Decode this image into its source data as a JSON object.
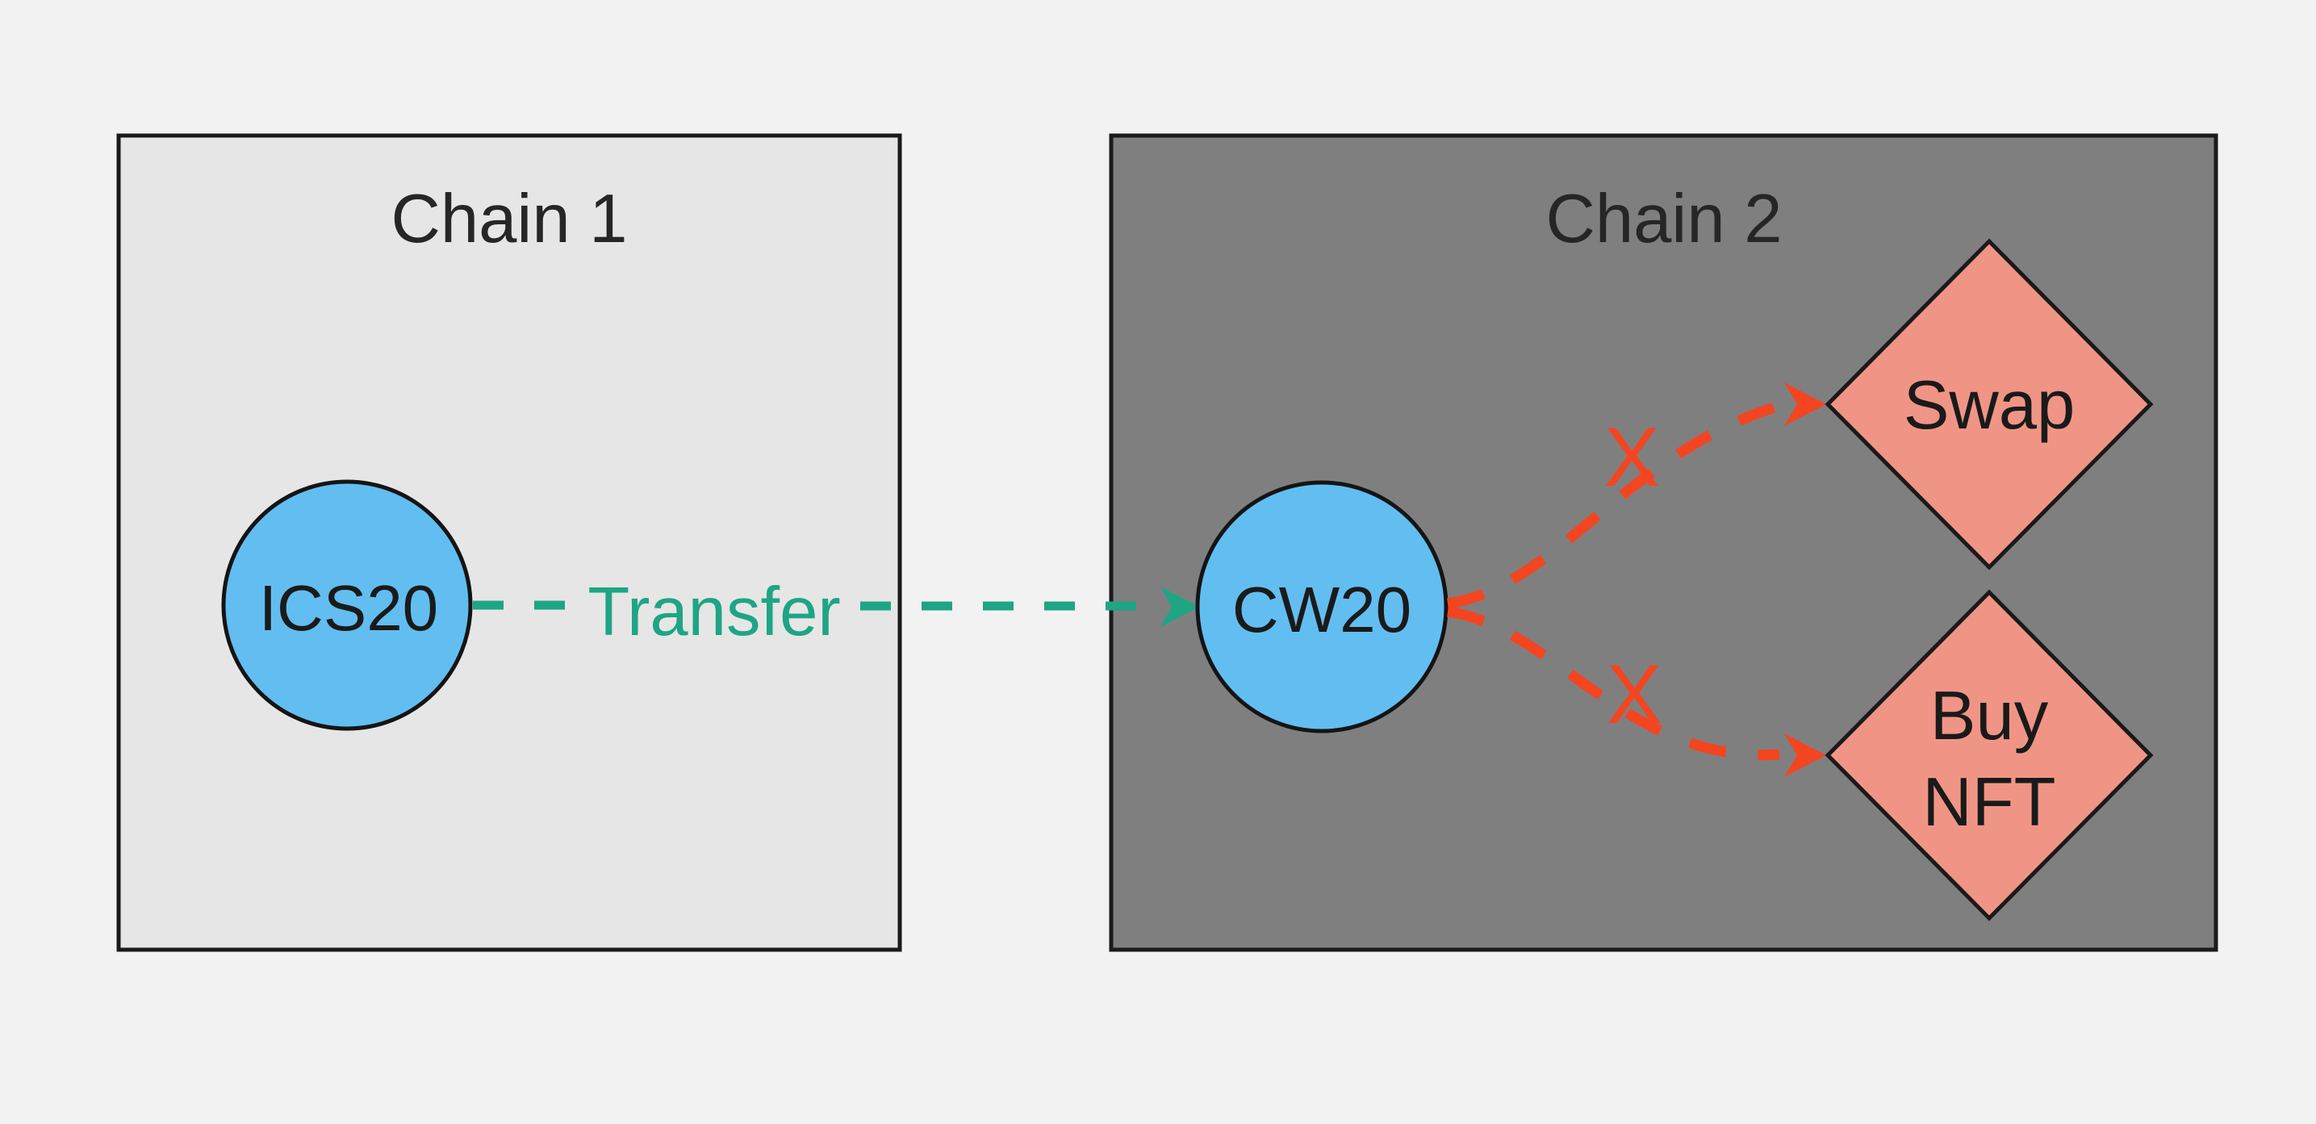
{
  "diagram": {
    "chain1": {
      "title": "Chain 1",
      "node": {
        "label": "ICS20"
      }
    },
    "chain2": {
      "title": "Chain 2",
      "node": {
        "label": "CW20"
      },
      "swap_action": {
        "label": "Swap"
      },
      "buy_nft_action": {
        "line1": "Buy",
        "line2": "NFT"
      }
    },
    "transfer_arrow": {
      "label": "Transfer"
    },
    "blocked_marks": {
      "upper": "X",
      "lower": "X"
    }
  },
  "colors": {
    "background": "#f2f2f2",
    "chain1_fill": "#e6e6e6",
    "chain2_fill": "#7f7f7f",
    "box_border": "#1a1a1a",
    "node_fill": "#62bef0",
    "node_border": "#141414",
    "diamond_fill": "#f09585",
    "diamond_border": "#1a1a1a",
    "transfer_green": "#1ea584",
    "blocked_red": "#f44521",
    "title_text": "#262626",
    "node_text": "#1a1a1a"
  }
}
